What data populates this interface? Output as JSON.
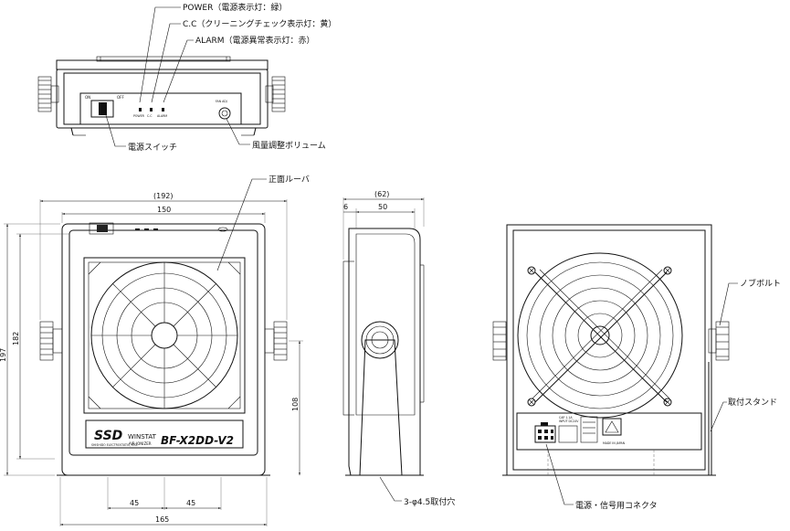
{
  "callouts": {
    "power": "POWER（電源表示灯：緑）",
    "cc": "C.C（クリーニングチェック表示灯：黄）",
    "alarm": "ALARM（電源異常表示灯：赤）",
    "power_switch": "電源スイッチ",
    "fan_volume": "風量調整ボリューム",
    "front_louver": "正面ルーバ",
    "knob_bolt": "ノブボルト",
    "stand": "取付スタンド",
    "mount_holes": "3-φ4.5取付穴",
    "connector": "電源・信号用コネクタ"
  },
  "panel": {
    "on": "ON",
    "off": "OFF",
    "led_power": "POWER",
    "led_cc": "C.C",
    "led_alarm": "ALARM",
    "fan_adj": "FAN ADJ"
  },
  "dimensions": {
    "overall_width": "(192)",
    "body_width": "150",
    "overall_height": "197",
    "body_height": "182",
    "stand_height": "108",
    "hole_pitch_left": "45",
    "hole_pitch_right": "45",
    "base_width": "165",
    "depth_overall": "(62)",
    "depth_body": "50",
    "depth_front": "6"
  },
  "label": {
    "brand": "SSD",
    "maker": "SHISHIDO ELECTROSTATIC, LTD.",
    "product_line": "WINSTAT",
    "subtitle": "AIR IONIZER",
    "model": "BF-X2DD-V2"
  },
  "rear_label": {
    "input": "INPUT DC24V",
    "current": "CAP 1.1A",
    "made_in": "MADE IN JAPAN"
  }
}
